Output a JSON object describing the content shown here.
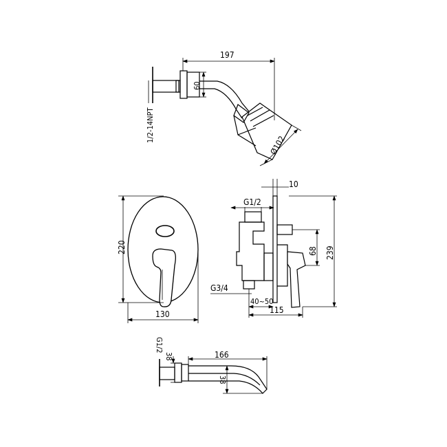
{
  "shower_head": {
    "dim_width": "197",
    "dim_arm_height": "60",
    "dim_thread": "1/2-14NPT",
    "dim_head_diameter": "Ø102"
  },
  "valve_front": {
    "dim_height": "220",
    "dim_width": "130"
  },
  "valve_side": {
    "dim_plate": "10",
    "dim_inlet_top": "G1/2",
    "dim_handle_height": "68",
    "dim_total_height": "239",
    "dim_outlet": "G3/4",
    "dim_depth_range": "40~50",
    "dim_depth": "115"
  },
  "spout": {
    "dim_thread": "G1/2",
    "dim_flange": "38",
    "dim_length": "166",
    "dim_height": "38"
  }
}
